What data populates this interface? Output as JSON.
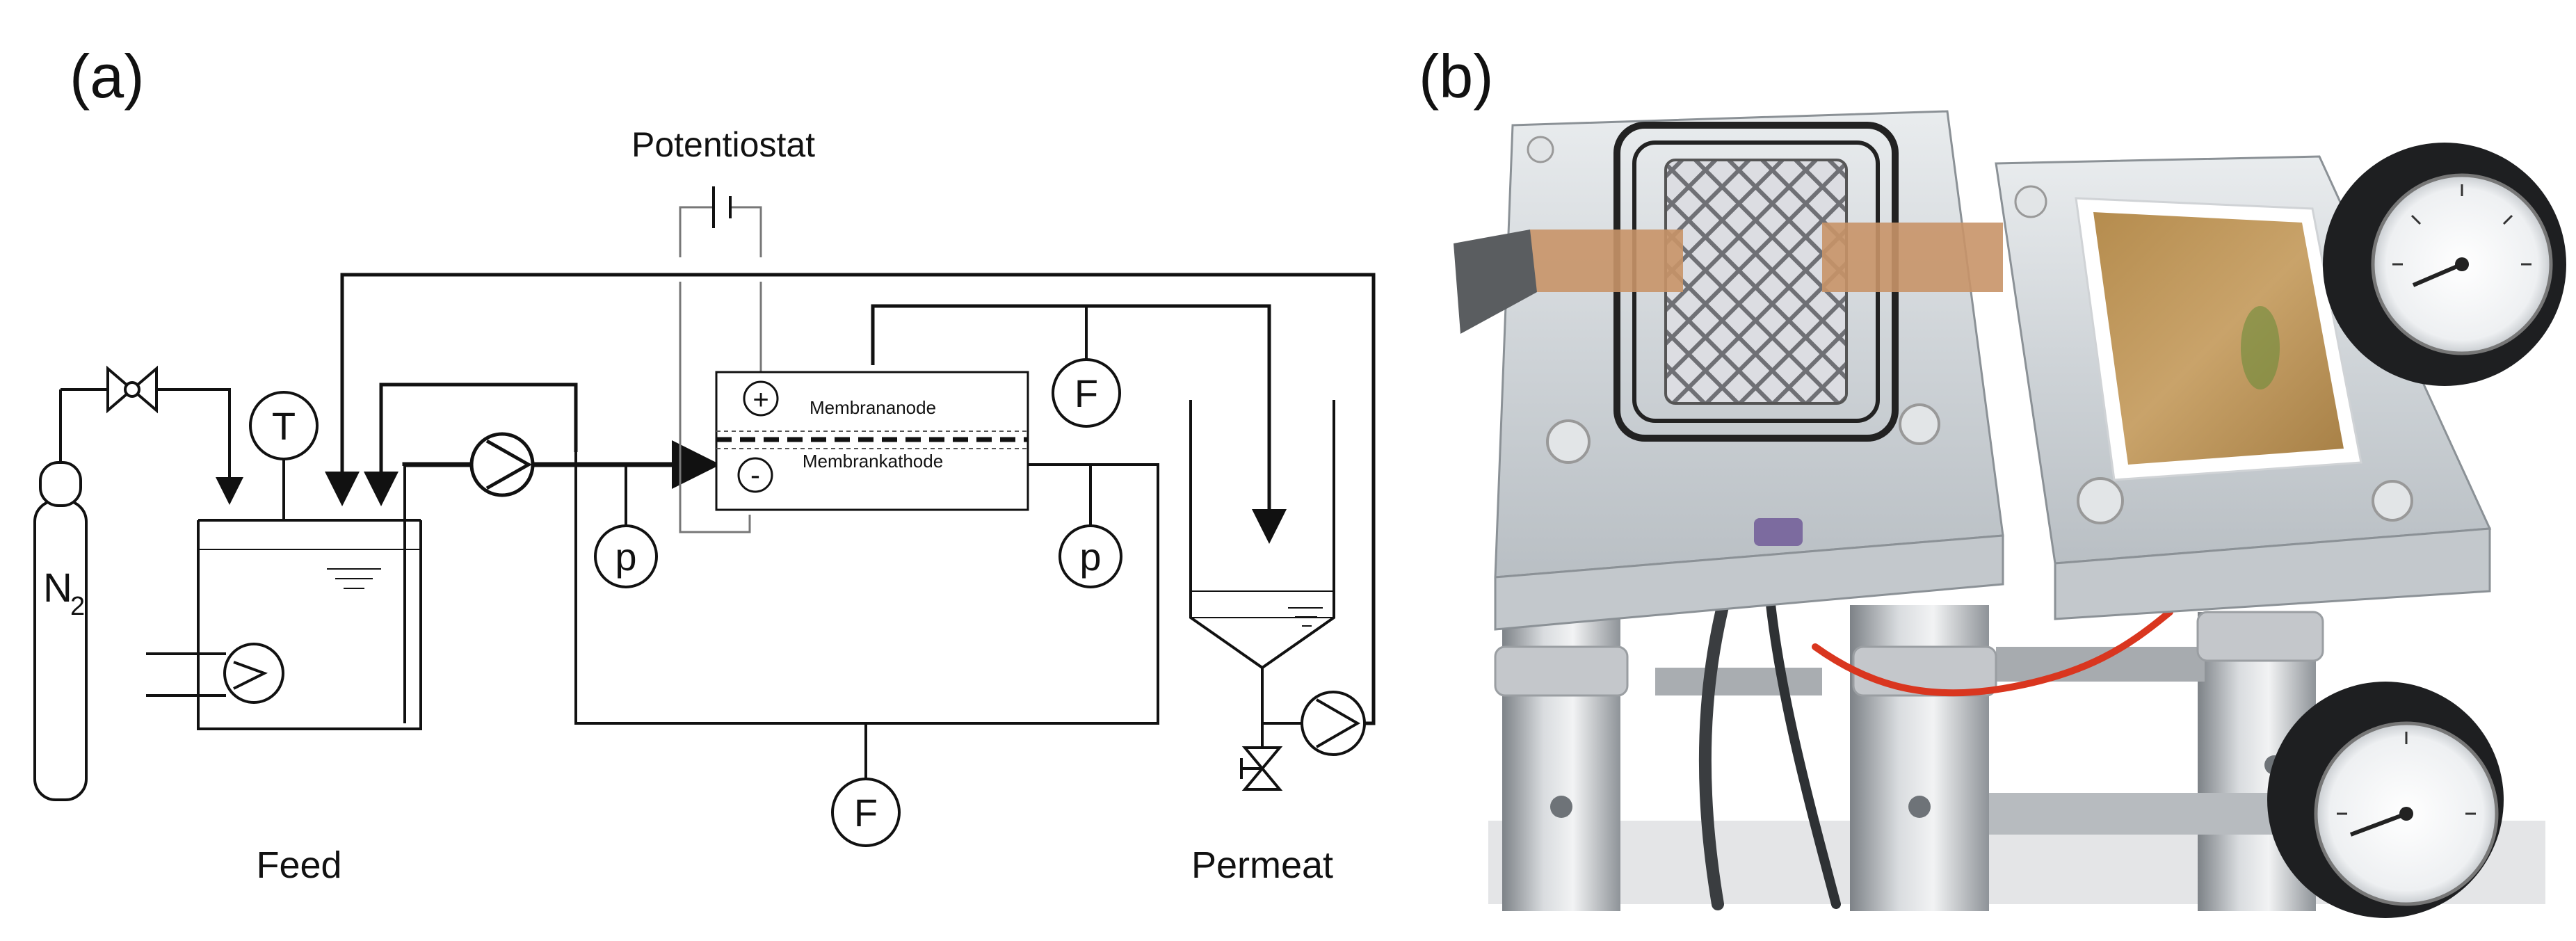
{
  "panel_a": {
    "label": "(a)",
    "potentiostat": "Potentiostat",
    "membrane_anode": "Membrananode",
    "membrane_cathode": "Membrankathode",
    "plus": "+",
    "minus": "-",
    "nitrogen_main": "N",
    "nitrogen_sub": "2",
    "temperature": "T",
    "flow": "F",
    "pressure": "p",
    "feed": "Feed",
    "permeate": "Permeat"
  },
  "panel_b": {
    "label": "(b)"
  }
}
